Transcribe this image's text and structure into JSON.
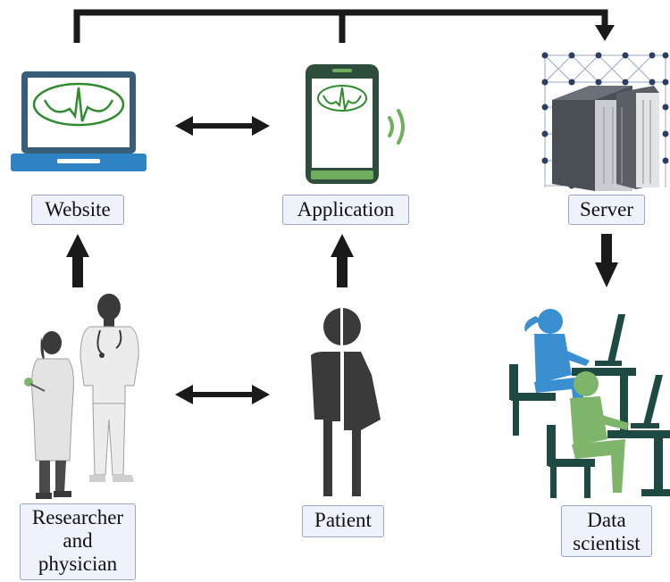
{
  "nodes": {
    "website": {
      "label": "Website"
    },
    "application": {
      "label": "Application"
    },
    "server": {
      "label": "Server"
    },
    "researcher": {
      "label_lines": [
        "Researcher",
        "and",
        "physician"
      ]
    },
    "patient": {
      "label": "Patient"
    },
    "data_scientist": {
      "label_lines": [
        "Data",
        "scientist"
      ]
    }
  },
  "colors": {
    "arrow": "#1a1a1a",
    "laptop": "#2f84c6",
    "laptop_frame": "#365d79",
    "phone": "#2e4d3c",
    "phone_accent": "#6fae5f",
    "ecg": "#2e8b2e",
    "server": "#555a60",
    "network_node": "#2c3e63",
    "person_dark": "#3a3a3a",
    "scientist_blue": "#3a8fd0",
    "scientist_green": "#7fb56a",
    "desk": "#1f4a44"
  }
}
